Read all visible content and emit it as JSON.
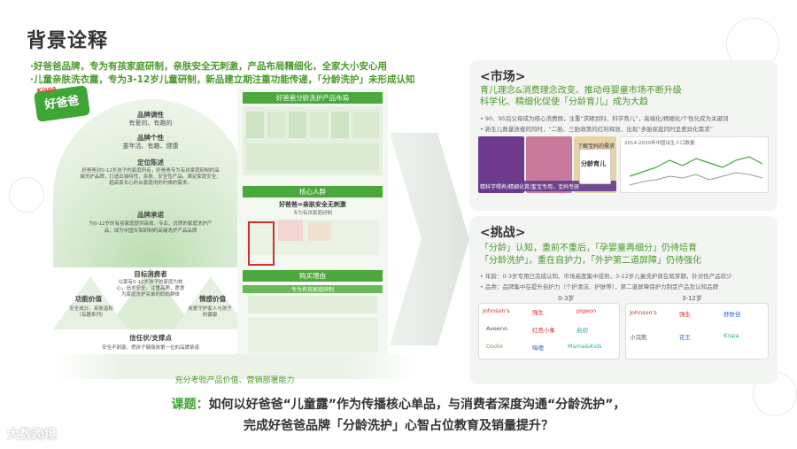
{
  "title": "背景诠释",
  "intro": {
    "line1": "·好爸爸品牌，专为有孩家庭研制，亲肤安全无刺激，产品布局精细化，全家大小安心用",
    "line2": "·儿童亲肤洗衣露，专为3-12岁儿童研制，新品建立期注重功能传递，「分龄洗护」未形成认知"
  },
  "logo": {
    "brand": "Kispa",
    "name": "好爸爸"
  },
  "pyramid": {
    "personality": "品牌调性",
    "personality_desc": "有爱的、有趣的",
    "individuality": "品牌个性",
    "individuality_desc": "童年活、有趣、健康",
    "positioning": "定位陈述",
    "positioning_desc": "好爸爸对0-12岁孩子的家庭所有，好爸爸专为有孩家庭研制的高端洗护品牌，打造出独特性，亲肤、安全性产品。满足家庭安全、超高家长心的合家庭用的时候的需求。",
    "promise": "品牌承诺",
    "promise_desc": "为0-12岁的有孩家庭提供高效、专业、优质的家庭洗护产品；成为中国专家研制的高端洗护产品品牌",
    "target": "目标消费者",
    "target_desc": "以家有0-12岁孩子的家庭为核心，追求安全、注重品质，愿意为家庭洗护买单的妈妈群体",
    "func": "功能价值",
    "func_desc": "安全成分、亲肤温和（有趣系列）",
    "emotion": "情感价值",
    "emotion_desc": "用爱守护家人与孩子的健康",
    "trust": "信任状/支撑点",
    "trust_desc": "安全不刺激、把孩子健康放第一位的品牌承诺"
  },
  "product_panel": {
    "header1": "好爸爸分龄洗护产品布局",
    "header2": "核心人群",
    "core_title": "好爸爸=亲肤安全无刺激",
    "core_sub": "专为有孩家庭研制",
    "header3": "购买理由",
    "buy_sub": "专为有孩家庭研制"
  },
  "value_caption": "充分考验产品价值、营销部署能力",
  "market": {
    "heading": "<市场>",
    "main1": "育儿理念&消费理念改变、推动母婴童市场不断升级",
    "main2": "科学化、精细化促使「分龄育儿」成为大趋",
    "bullet1": "• 90、95后父母成为核心消费群，注重“求精到科、科学育儿”，高端化/精细化/个性化成为关键词",
    "bullet2": "• 新生儿数量放缓的同时，“二胎、三胎政策的红利释放，出现“多胎家庭同时呈差异化需求”",
    "img_cap1": "精科学喂养/精细化育儿",
    "img_cap2": "宝宝专用，宝妈专研",
    "img_cap3": "了解宝妈的需求",
    "book_title": "分龄育儿",
    "chart_caption": "2014-2020年中国出生人口数量"
  },
  "challenge": {
    "heading": "<挑战>",
    "line1_a": "「分龄」认知，重前不重后，「孕婴童再细分」仍待培育",
    "line2_a": "「分龄洗护」，重在自护力，「外护第二道屏障」仍待强化",
    "bullet1": "• 年龄：0-3岁专用已完成认知、市场高度集中成熟，3-12岁儿童洗护尚在萌芽期，针对性产品较少",
    "bullet2": "• 品类：品牌集中在提升自护力（个护清洁、护肤等），第二道屏障保护力制定产品及认知品牌",
    "group1_label": "0-3岁",
    "group2_label": "3-12岁",
    "brands_g1": [
      "Johnson's",
      "强生",
      "pigeon",
      "Aveeno",
      "红色小象",
      "启初",
      "Dodie",
      "嗨噢",
      "Mama&Kids"
    ],
    "brands_g2": [
      "Johnson's",
      "强生",
      "舒肤佳",
      "小浣熊",
      "花王",
      "Kispa"
    ]
  },
  "topic": {
    "label": "课题：",
    "line1": "如何以好爸爸“儿童露”作为传播核心单品，与消费者深度沟通“分龄洗护”，",
    "line2": "完成好爸爸品牌「分龄洗护」心智占位教育及销量提升？"
  },
  "watermark": "大数跨境"
}
